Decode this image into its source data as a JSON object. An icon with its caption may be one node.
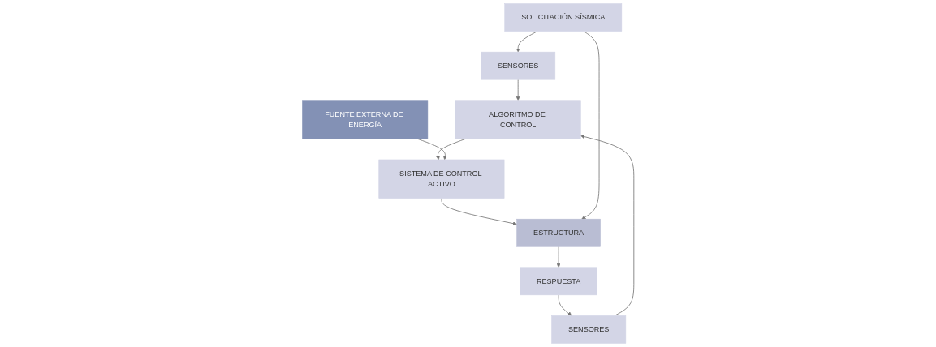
{
  "diagram": {
    "nodes": [
      {
        "text": [
          "ALGORITMO DE CONTROL"
        ]
      },
      {
        "text": [
          "FUENTE EXTERNA DE ENERGÍA"
        ]
      },
      {
        "text": [
          "SENSORES"
        ]
      },
      {
        "text": [
          "SISTEMA DE CONTROL ACTIVO"
        ]
      },
      {
        "text": [
          "SENSORES"
        ]
      },
      {
        "text": [
          "SOLICITACIÓN SÍSMICA"
        ]
      },
      {
        "text": [
          "ESTRUCTURA"
        ]
      },
      {
        "text": [
          "RESPUESTA"
        ]
      }
    ],
    "edges": [
      {
        "from": 2,
        "to": 0,
        "arrow": "to"
      },
      {
        "from": 4,
        "to": 0,
        "arrow": "to"
      },
      {
        "from": 0,
        "to": 3,
        "arrow": "to"
      },
      {
        "from": 1,
        "to": 3,
        "arrow": "to"
      },
      {
        "from": 3,
        "to": 6,
        "arrow": "to"
      },
      {
        "from": 5,
        "to": 2,
        "arrow": "to"
      },
      {
        "from": 5,
        "to": 6,
        "arrow": "to"
      },
      {
        "from": 6,
        "to": 7,
        "arrow": "to"
      },
      {
        "from": 7,
        "to": 4,
        "arrow": "to"
      }
    ]
  }
}
